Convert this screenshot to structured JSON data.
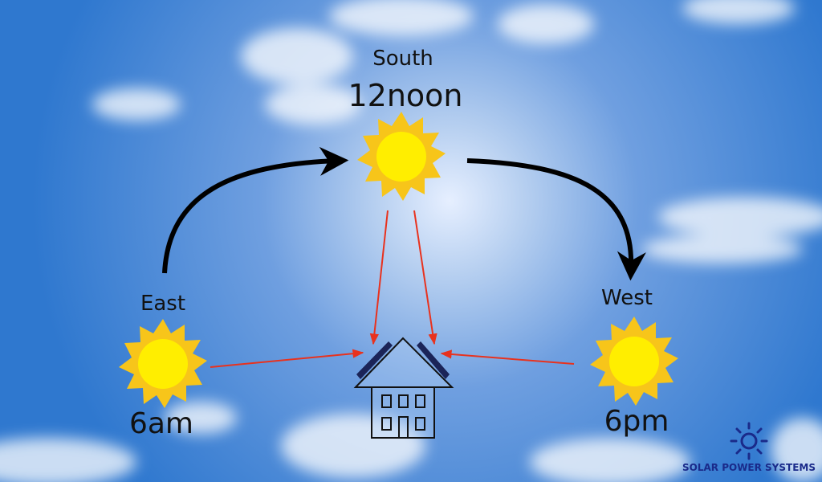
{
  "labels": {
    "south": "South",
    "noon": "12noon",
    "east": "East",
    "morning": "6am",
    "west": "West",
    "evening": "6pm"
  },
  "logo": {
    "text": "SOLAR POWER SYSTEMS",
    "icon": "sun-icon"
  },
  "colors": {
    "sky_top": "#2f78cf",
    "sky_glow": "#dfeafa",
    "sun_rays": "#f7c51a",
    "sun_core": "#ffee00",
    "sun_rays_arrow": "#e8321e",
    "path_arrow": "#000000",
    "panel": "#1b2458",
    "logo": "#1a2a8a"
  }
}
